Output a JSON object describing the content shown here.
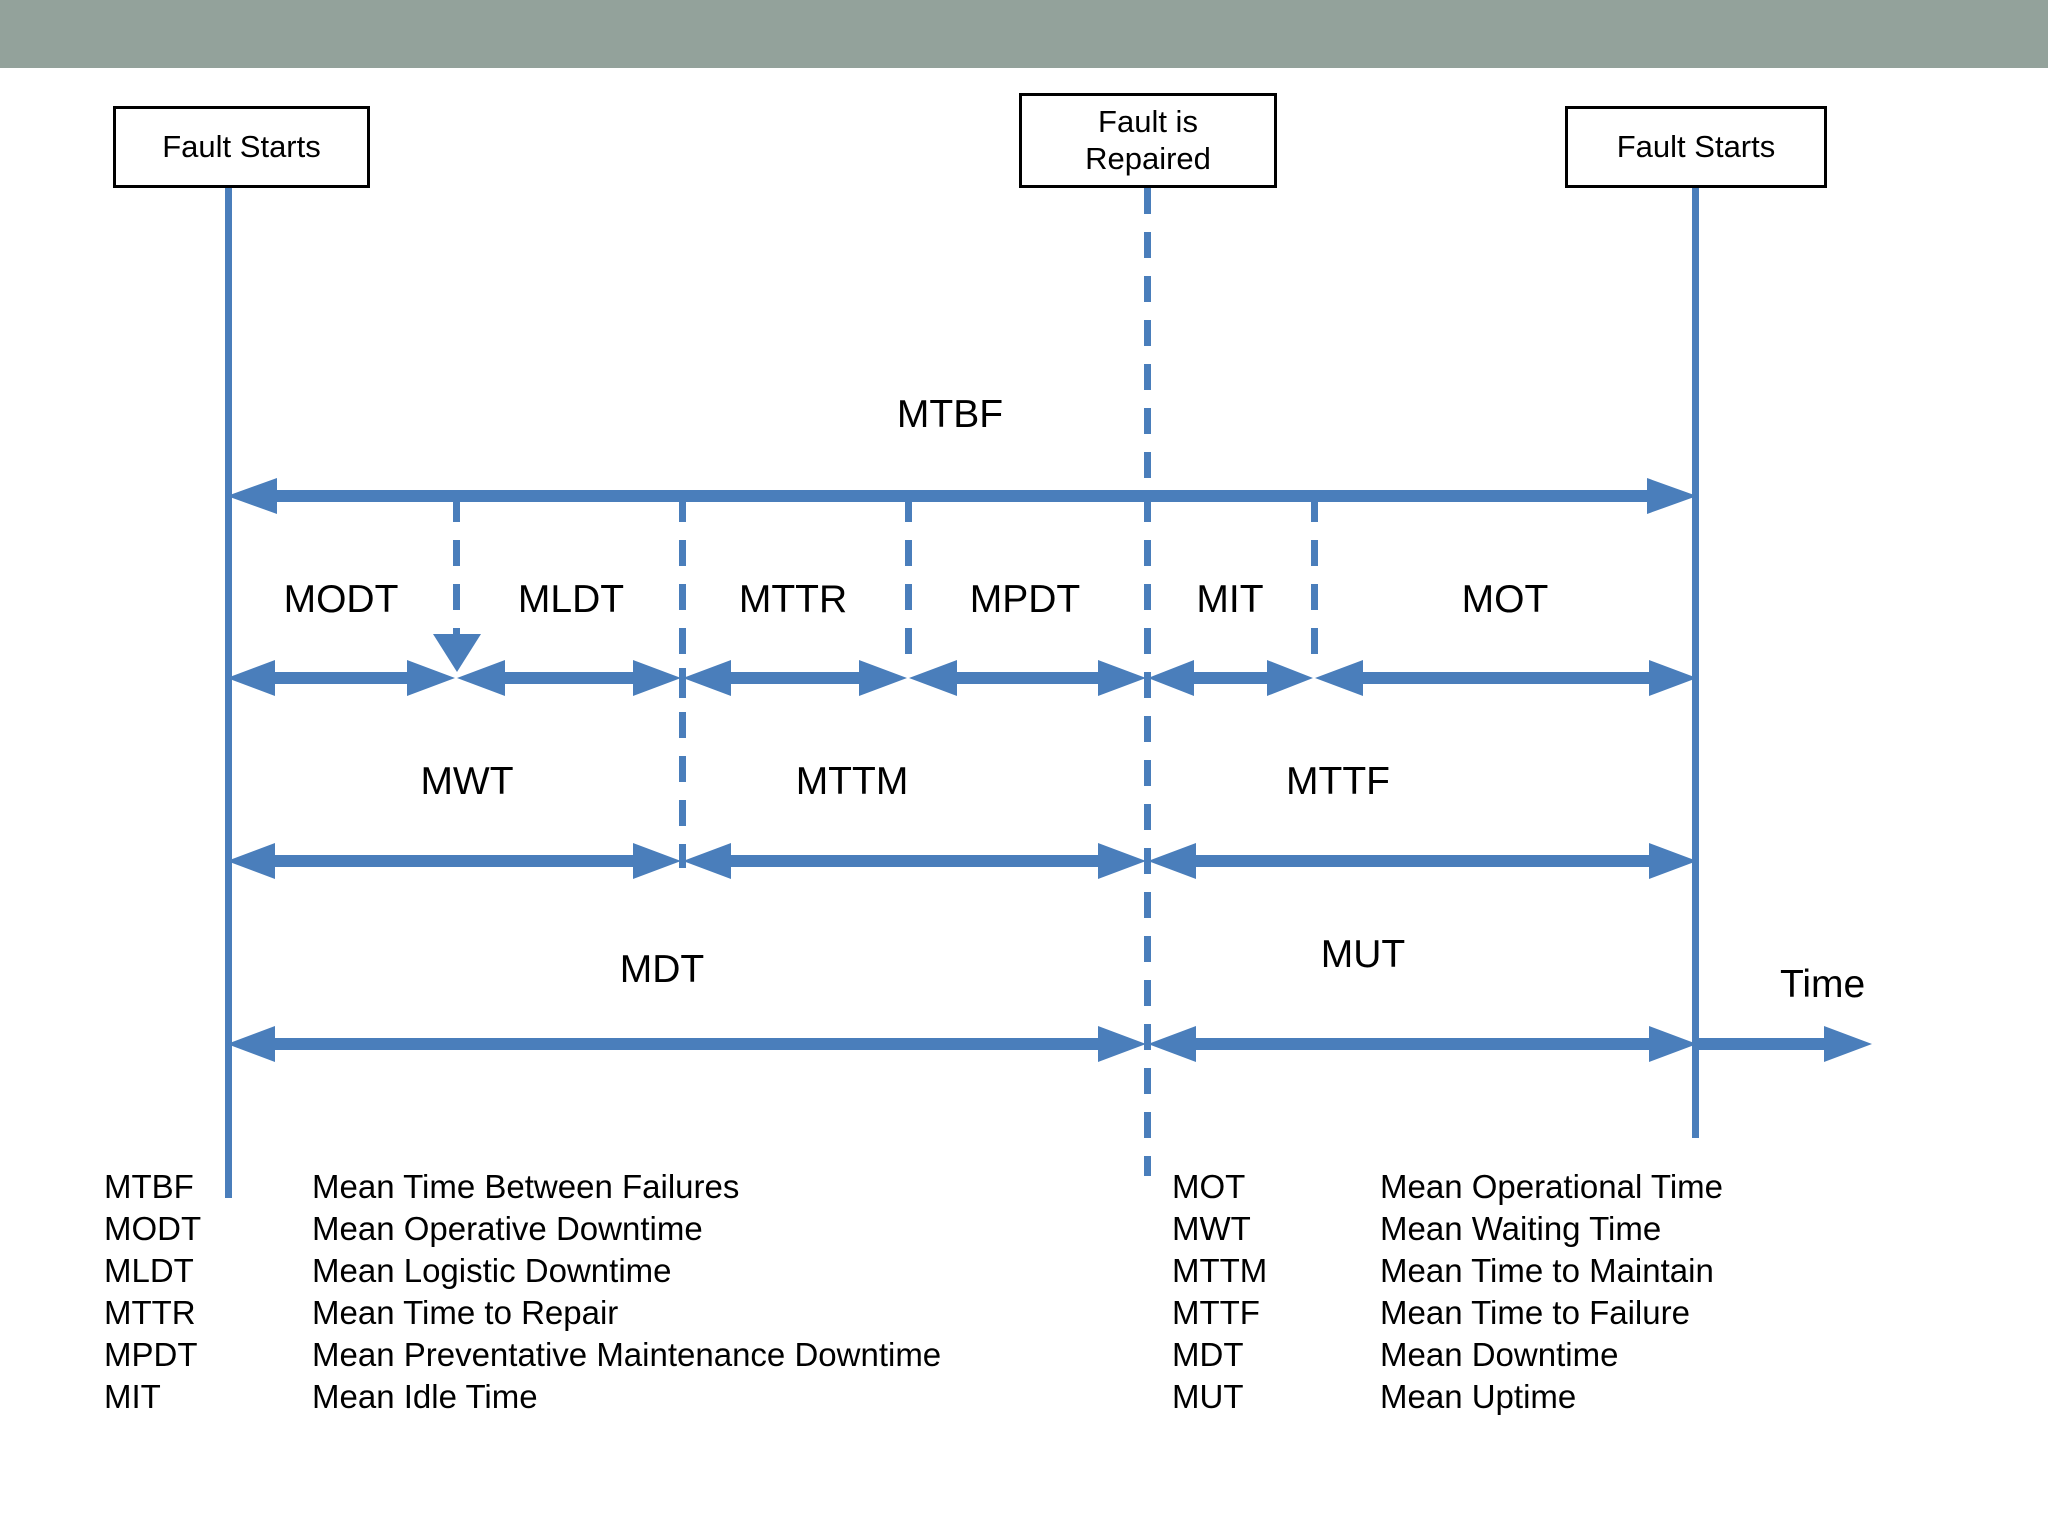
{
  "slide": {
    "header_bar_color": "#93a29b",
    "background_color": "#ffffff",
    "accent_color": "#4a7ebb",
    "text_color": "#000000"
  },
  "diagram": {
    "events": [
      {
        "name": "fault-starts-left",
        "label": "Fault Starts"
      },
      {
        "name": "fault-is-repaired",
        "label": "Fault is\nRepaired"
      },
      {
        "name": "fault-starts-right",
        "label": "Fault Starts"
      }
    ],
    "axis_label": "Time",
    "rows": [
      {
        "name": "mtbf-row",
        "spans": [
          {
            "label": "MTBF"
          }
        ]
      },
      {
        "name": "component-row",
        "spans": [
          {
            "label": "MODT"
          },
          {
            "label": "MLDT"
          },
          {
            "label": "MTTR"
          },
          {
            "label": "MPDT"
          },
          {
            "label": "MIT"
          },
          {
            "label": "MOT"
          }
        ]
      },
      {
        "name": "grouped-row",
        "spans": [
          {
            "label": "MWT"
          },
          {
            "label": "MTTM"
          },
          {
            "label": "MTTF"
          }
        ]
      },
      {
        "name": "updown-row",
        "spans": [
          {
            "label": "MDT"
          },
          {
            "label": "MUT"
          }
        ]
      }
    ]
  },
  "legend": {
    "left_column": [
      {
        "abbr": "MTBF",
        "desc": "Mean Time Between Failures"
      },
      {
        "abbr": "MODT",
        "desc": "Mean Operative Downtime"
      },
      {
        "abbr": "MLDT",
        "desc": "Mean Logistic Downtime"
      },
      {
        "abbr": "MTTR",
        "desc": "Mean Time to Repair"
      },
      {
        "abbr": "MPDT",
        "desc": "Mean Preventative Maintenance Downtime"
      },
      {
        "abbr": "MIT",
        "desc": "Mean Idle Time"
      }
    ],
    "right_column": [
      {
        "abbr": "MOT",
        "desc": "Mean Operational Time"
      },
      {
        "abbr": "MWT",
        "desc": "Mean Waiting Time"
      },
      {
        "abbr": "MTTM",
        "desc": "Mean Time to Maintain"
      },
      {
        "abbr": "MTTF",
        "desc": "Mean Time to Failure"
      },
      {
        "abbr": "MDT",
        "desc": "Mean Downtime"
      },
      {
        "abbr": "MUT",
        "desc": "Mean Uptime"
      }
    ]
  }
}
